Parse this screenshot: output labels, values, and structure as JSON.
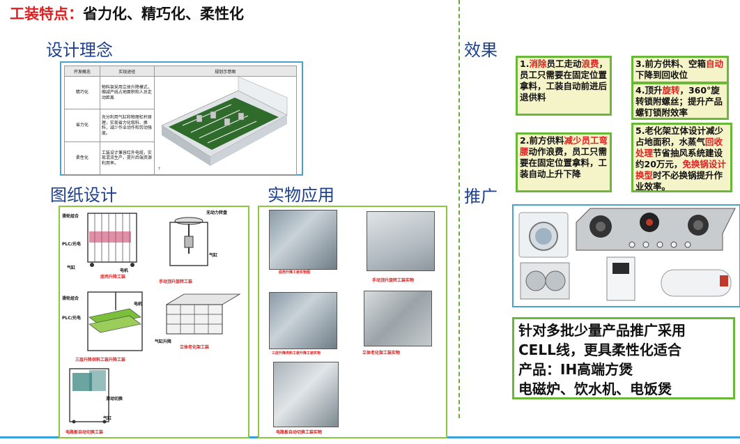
{
  "header": {
    "title_red": "工装特点：",
    "title_rest": "省力化、精巧化、柔性化"
  },
  "sections": {
    "design_concept": "设计理念",
    "drawing_design": "图纸设计",
    "physical_application": "实物应用",
    "effect": "效果",
    "promotion": "推广"
  },
  "concept_table": {
    "headers": [
      "开发概念",
      "实现途径",
      "规划示意图"
    ],
    "rows": [
      {
        "concept": "精巧化",
        "method": "物料架采用立体升降模式，缩减产线占地面积和人员走动距离"
      },
      {
        "concept": "省力化",
        "method": "充分利用气缸和物理杠杆原理，实现省力化取料、换料，减少作业动作和劳动强度。"
      },
      {
        "concept": "柔性化",
        "method": "工装设计兼容红外电缆，实现混流生产，提升后端资源利用率。"
      }
    ]
  },
  "drawings": {
    "d1_labels": {
      "pulley": "滑轮组合",
      "plc": "PLC/光电",
      "cyl": "气缸",
      "motor": "电机"
    },
    "d1_caption": "底壳升降工装",
    "d2_labels": {
      "turntable": "无动力转盘",
      "cyl": "气缸"
    },
    "d2_caption": "手动顶升旋转工装",
    "d3_labels": {
      "pulley": "滑轮组合",
      "plc": "PLC/光电",
      "motor": "电机"
    },
    "d3_caption": "三层升降供料工装升降工装",
    "d4_labels": {
      "cyl": "气缸升降"
    },
    "d4_caption": "立体老化架工装",
    "d5_labels": {
      "sw": "滑动切换",
      "cyl": "气缸"
    },
    "d5_caption": "电路板自动切换工装"
  },
  "photos": {
    "p1": "底壳升降工装实物图",
    "p2": "手动顶升旋转工装实物",
    "p3": "三层升降供料工装升降工装实物",
    "p4": "立体老化架工装实物",
    "p5": "电路板自动切换工装实物"
  },
  "effects": {
    "e1": {
      "p1": "1.",
      "r1": "消除",
      "p2": "员工走动",
      "r2": "浪费",
      "p3": "，员工只需要在固定位置拿料，工装自动前进后退供料"
    },
    "e2": {
      "p1": "2.前方供料",
      "r1": "减少员工弯腰",
      "p2": "动作浪费，员工只需要在固定位置拿料，工装自动上升下降"
    },
    "e3": {
      "p1": "3.前方供料、空箱",
      "r1": "自动",
      "p2": "下降到回收位"
    },
    "e4": {
      "p1": "4.顶升",
      "r1": "旋转",
      "p2": "，360°旋转锁附螺丝；提升产品螺钉锁附效率"
    },
    "e5": {
      "p1": "5.老化架立体设计减少占地面积，水蒸气",
      "r1": "回收处理",
      "p2": "节省抽风系统建设约20万元，",
      "r2": "免换锅设计换型",
      "p3": "时不必换锅提升作业效率。"
    }
  },
  "summary": {
    "line1": "针对多批少量产品推广采用",
    "line2": "CELL线，更具柔性化适合",
    "line3": "产品：IH高端方煲",
    "line4": "电磁炉、饮水机、电饭煲"
  },
  "colors": {
    "red": "#e02020",
    "green_border": "#69b83a",
    "blue_border": "#4aa0c8",
    "heading_blue": "#1c3f8f",
    "note_bg": "#f5f3c8"
  }
}
